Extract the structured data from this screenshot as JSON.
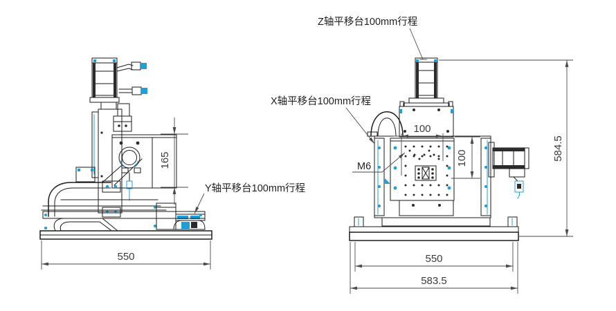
{
  "drawing": {
    "type": "cad-two-view-machine-drawing",
    "background": "#ffffff",
    "line_color": "#1a1a1a",
    "accent_blue": "#1f9ed9",
    "dimension_color": "#3c3c3c",
    "labels": {
      "z_axis": "Z轴平移台100mm行程",
      "x_axis": "X轴平移台100mm行程",
      "y_axis": "Y轴平移台100mm行程",
      "thread": "M6"
    },
    "dimensions": {
      "head_height": "165",
      "left_base_width": "550",
      "plate_width": "100",
      "plate_height": "100",
      "right_base_width": "550",
      "right_base_full_width": "583.5",
      "total_height": "584.5"
    }
  }
}
